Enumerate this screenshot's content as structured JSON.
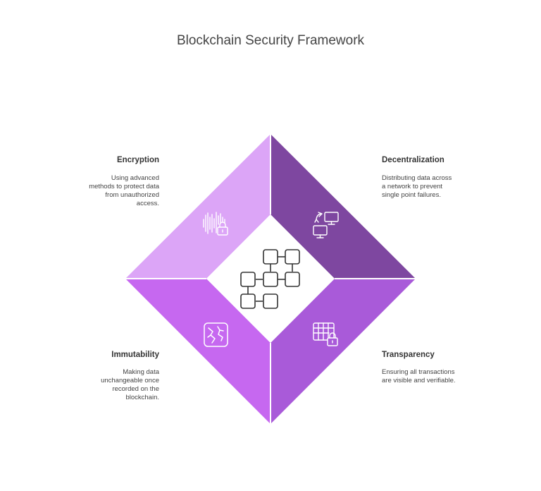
{
  "title": "Blockchain Security Framework",
  "quadrants": {
    "encryption": {
      "title": "Encryption",
      "description": "Using advanced methods to protect data from unauthorized access.",
      "color": "#dca5f7",
      "icon": "audio-lock-icon"
    },
    "decentralization": {
      "title": "Decentralization",
      "description": "Distributing data across a network to prevent single point failures.",
      "color": "#7e47a0",
      "icon": "network-monitors-icon"
    },
    "immutability": {
      "title": "Immutability",
      "description": "Making data unchangeable once recorded on the blockchain.",
      "color": "#c668f0",
      "icon": "cracked-block-icon"
    },
    "transparency": {
      "title": "Transparency",
      "description": "Ensuring all transactions are visible and verifiable.",
      "color": "#a95ad9",
      "icon": "table-lock-icon"
    }
  },
  "center": {
    "icon": "blockchain-blocks-icon"
  }
}
